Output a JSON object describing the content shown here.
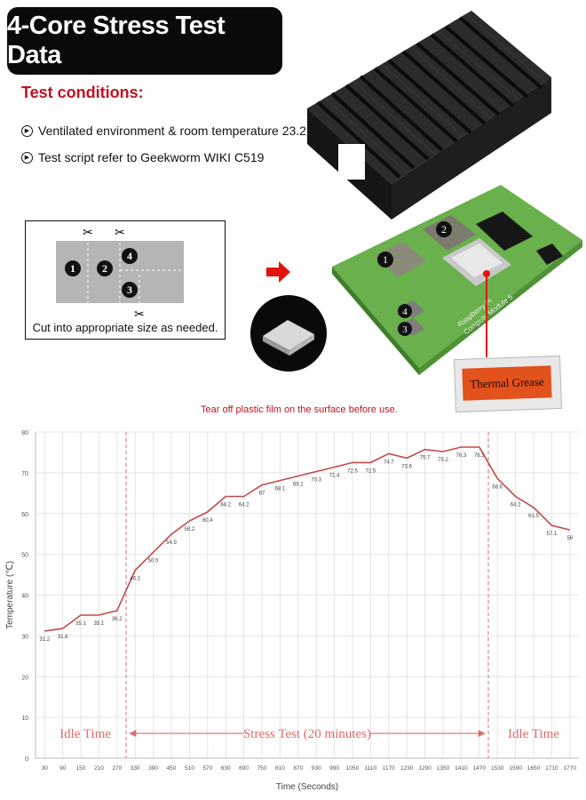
{
  "header": {
    "title": "4-Core Stress Test Data"
  },
  "conditions": {
    "heading": "Test conditions:",
    "items": [
      "Ventilated environment & room temperature 23.2 ℃",
      "Test script refer to Geekworm WIKI C519"
    ]
  },
  "diagram": {
    "cut_caption": "Cut into appropriate size as needed.",
    "tear_note": "Tear off plastic film on the surface before use.",
    "pad_numbers": [
      "1",
      "2",
      "3",
      "4"
    ],
    "board_text": [
      "Raspberry Pi",
      "Compute Module 5"
    ],
    "grease_label": "Thermal Grease",
    "icons": [
      "heatsink-image",
      "scissors-icon",
      "red-arrow-icon",
      "thermal-pad-image",
      "cm5-board-image",
      "thermal-grease-pack-image"
    ]
  },
  "colors": {
    "accent_red": "#c0121d",
    "line": "#c24a4a",
    "annotation": "#e06a6a",
    "grid": "#e4e4e4"
  },
  "chart_data": {
    "type": "line",
    "xlabel": "Time (Seconds)",
    "ylabel": "Temperature (℃)",
    "xlim": [
      0,
      1800
    ],
    "ylim": [
      0,
      80
    ],
    "x_ticks": [
      30,
      90,
      150,
      210,
      270,
      330,
      390,
      450,
      510,
      570,
      630,
      690,
      750,
      810,
      870,
      930,
      990,
      1050,
      1110,
      1170,
      1230,
      1290,
      1350,
      1410,
      1470,
      1530,
      1590,
      1650,
      1710,
      1770
    ],
    "y_ticks": [
      0,
      10,
      20,
      30,
      40,
      50,
      60,
      70,
      80
    ],
    "grid": true,
    "x": [
      30,
      90,
      150,
      210,
      270,
      330,
      390,
      450,
      510,
      570,
      630,
      690,
      750,
      810,
      870,
      930,
      990,
      1050,
      1110,
      1170,
      1230,
      1290,
      1350,
      1410,
      1470,
      1530,
      1590,
      1650,
      1710,
      1770
    ],
    "values": [
      31.2,
      31.8,
      35.1,
      35.1,
      36.2,
      46.1,
      50.5,
      54.9,
      58.2,
      60.4,
      64.2,
      64.2,
      67,
      68.1,
      69.2,
      70.3,
      71.4,
      72.5,
      72.5,
      74.7,
      73.6,
      75.7,
      75.2,
      76.3,
      76.3,
      68.6,
      64.2,
      61.5,
      57.1,
      56
    ],
    "value_labels": [
      "31.2",
      "31.8",
      "35.1",
      "35.1",
      "36.2",
      "46.1",
      "50.5",
      "54.9",
      "58.2",
      "60.4",
      "64.2",
      "64.2",
      "67",
      "68.1",
      "69.2",
      "70.3",
      "71.4",
      "72.5",
      "72.5",
      "74.7",
      "73.6",
      "75.7",
      "75.2",
      "76.3",
      "76.3",
      "68.6",
      "64.2",
      "61.5",
      "57.1",
      "56"
    ],
    "phase_boundaries": [
      300,
      1500
    ],
    "annotations": {
      "idle_left": "Idle Time",
      "stress": "Stress Test (20 minutes)",
      "idle_right": "Idle Time"
    }
  }
}
